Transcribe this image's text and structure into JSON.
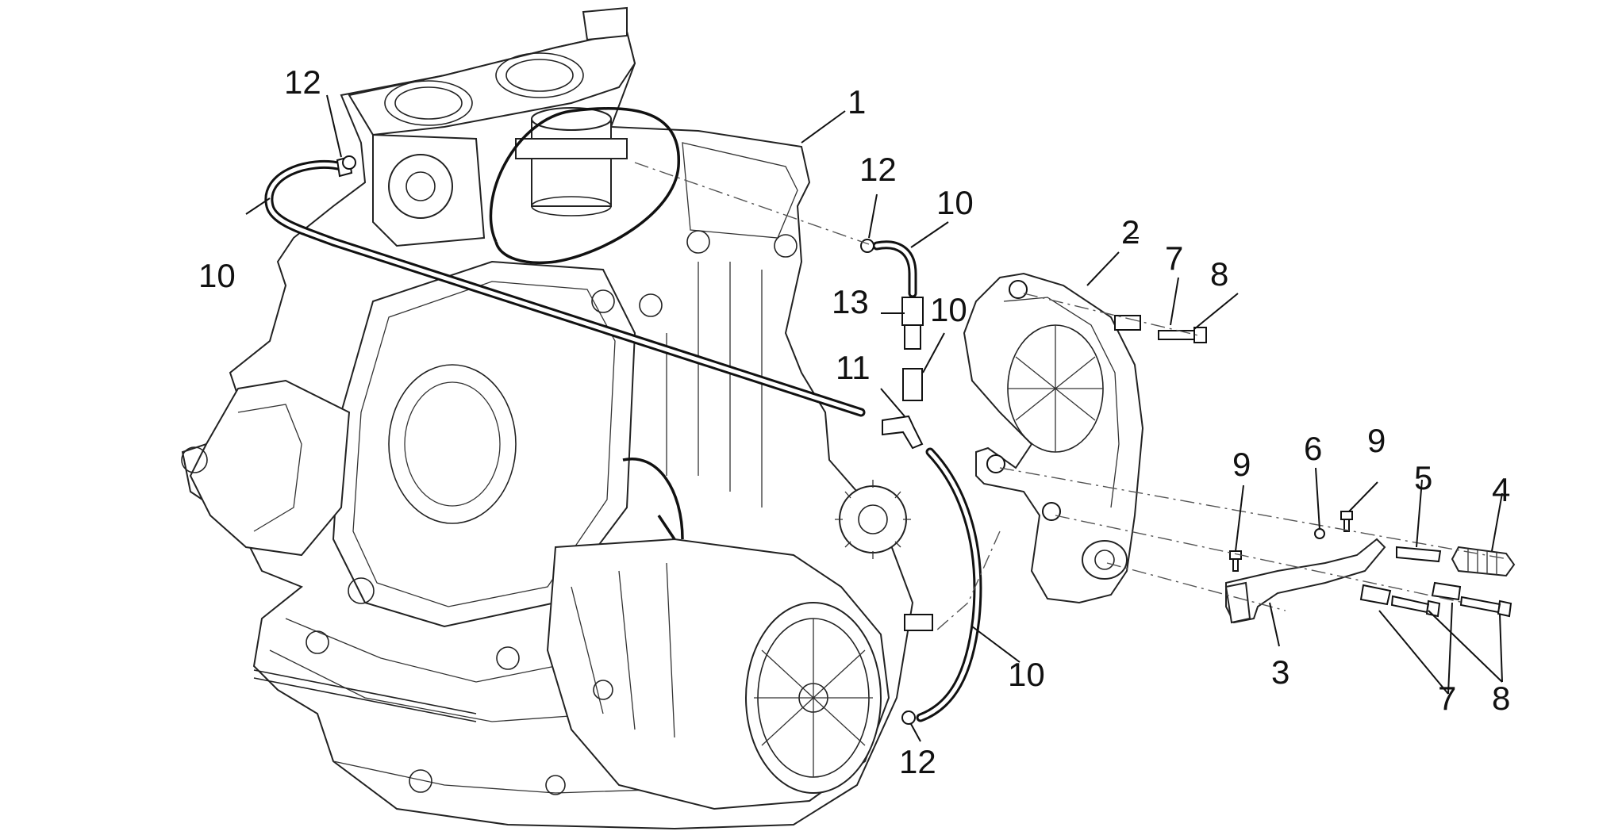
{
  "callouts": {
    "c1": "1",
    "c2": "2",
    "c3": "3",
    "c4": "4",
    "c5": "5",
    "c6": "6",
    "c7a": "7",
    "c7b": "7",
    "c8a": "8",
    "c8b": "8",
    "c9a": "9",
    "c9b": "9",
    "c10a": "10",
    "c10b": "10",
    "c10c": "10",
    "c10d": "10",
    "c11": "11",
    "c12a": "12",
    "c12b": "12",
    "c12c": "12",
    "c13": "13"
  },
  "colors": {
    "line": "#222222",
    "background": "#ffffff"
  }
}
